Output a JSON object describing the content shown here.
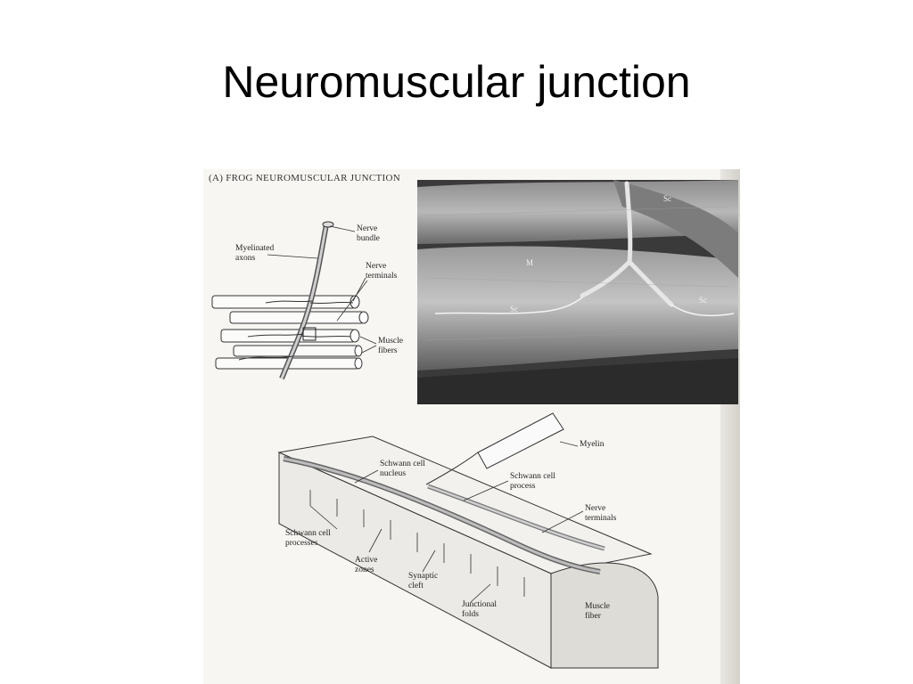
{
  "slide": {
    "title": "Neuromuscular junction"
  },
  "figure": {
    "panel_label": "(A) FROG NEUROMUSCULAR JUNCTION",
    "top_diagram_labels": {
      "myelinated_axons": "Myelinated\naxons",
      "nerve_bundle": "Nerve\nbundle",
      "nerve_terminals": "Nerve\nterminals",
      "muscle_fibers": "Muscle\nfibers"
    },
    "micrograph_labels": {
      "sc_top": "Sc",
      "m": "M",
      "sc_left": "Sc",
      "sc_right": "Sc"
    },
    "bottom_diagram_labels": {
      "myelin": "Myelin",
      "schwann_cell_nucleus": "Schwann cell\nnucleus",
      "schwann_cell_process": "Schwann cell\nprocess",
      "nerve_terminals": "Nerve\nterminals",
      "schwann_cell_processes": "Schwann cell\nprocesses",
      "active_zones": "Active\nzones",
      "synaptic_cleft": "Synaptic\ncleft",
      "junctional_folds": "Junctional\nfolds",
      "muscle_fiber": "Muscle\nfiber"
    }
  }
}
